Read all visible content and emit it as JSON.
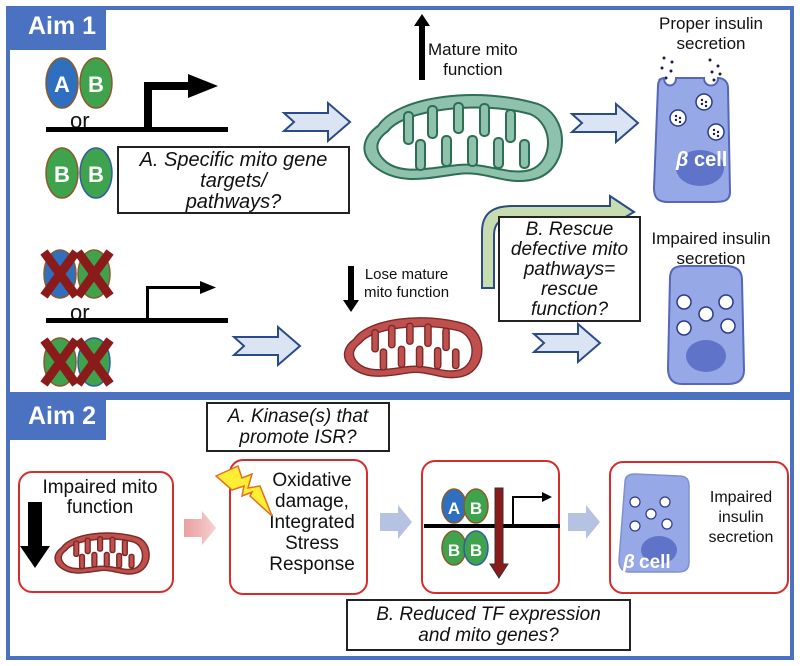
{
  "aim1": {
    "tag": "Aim 1",
    "tf_a": "A",
    "tf_b": "B",
    "or_top": "or",
    "or_bottom": "or",
    "mature_mito_label": [
      "Mature mito",
      "function"
    ],
    "lose_mito_label": [
      "Lose mature",
      "mito function"
    ],
    "question_a": [
      "A. Specific mito gene",
      "targets/",
      "pathways?"
    ],
    "question_b": [
      "B. Rescue",
      "defective mito",
      "pathways=",
      "rescue",
      "function?"
    ],
    "proper_secretion": [
      "Proper insulin",
      "secretion"
    ],
    "impaired_secretion": [
      "Impaired insulin",
      "secretion"
    ],
    "beta_cell_label": "cell",
    "beta_symbol": "β"
  },
  "aim2": {
    "tag": "Aim 2",
    "impaired_mito": [
      "Impaired mito",
      "function"
    ],
    "question_a": [
      "A. Kinase(s) that",
      "promote ISR?"
    ],
    "stress": [
      "Oxidative",
      "damage,",
      "Integrated",
      "Stress",
      "Response"
    ],
    "question_b": [
      "B. Reduced TF expression",
      "and mito genes?"
    ],
    "impaired_secretion": [
      "Impaired",
      "insulin",
      "secretion"
    ],
    "beta_cell_label": "cell",
    "beta_symbol": "β",
    "tf_a": "A",
    "tf_b": "B"
  },
  "colors": {
    "panel_border": "#4a72c0",
    "tf_a": "#2f6fc0",
    "tf_b": "#3fa34d",
    "healthy_mito": "#8fc2ad",
    "damaged_mito": "#c0504d",
    "beta_cell": "#96a8e6",
    "red_box": "#d62c2c",
    "x_mark": "#8b1a1a"
  }
}
